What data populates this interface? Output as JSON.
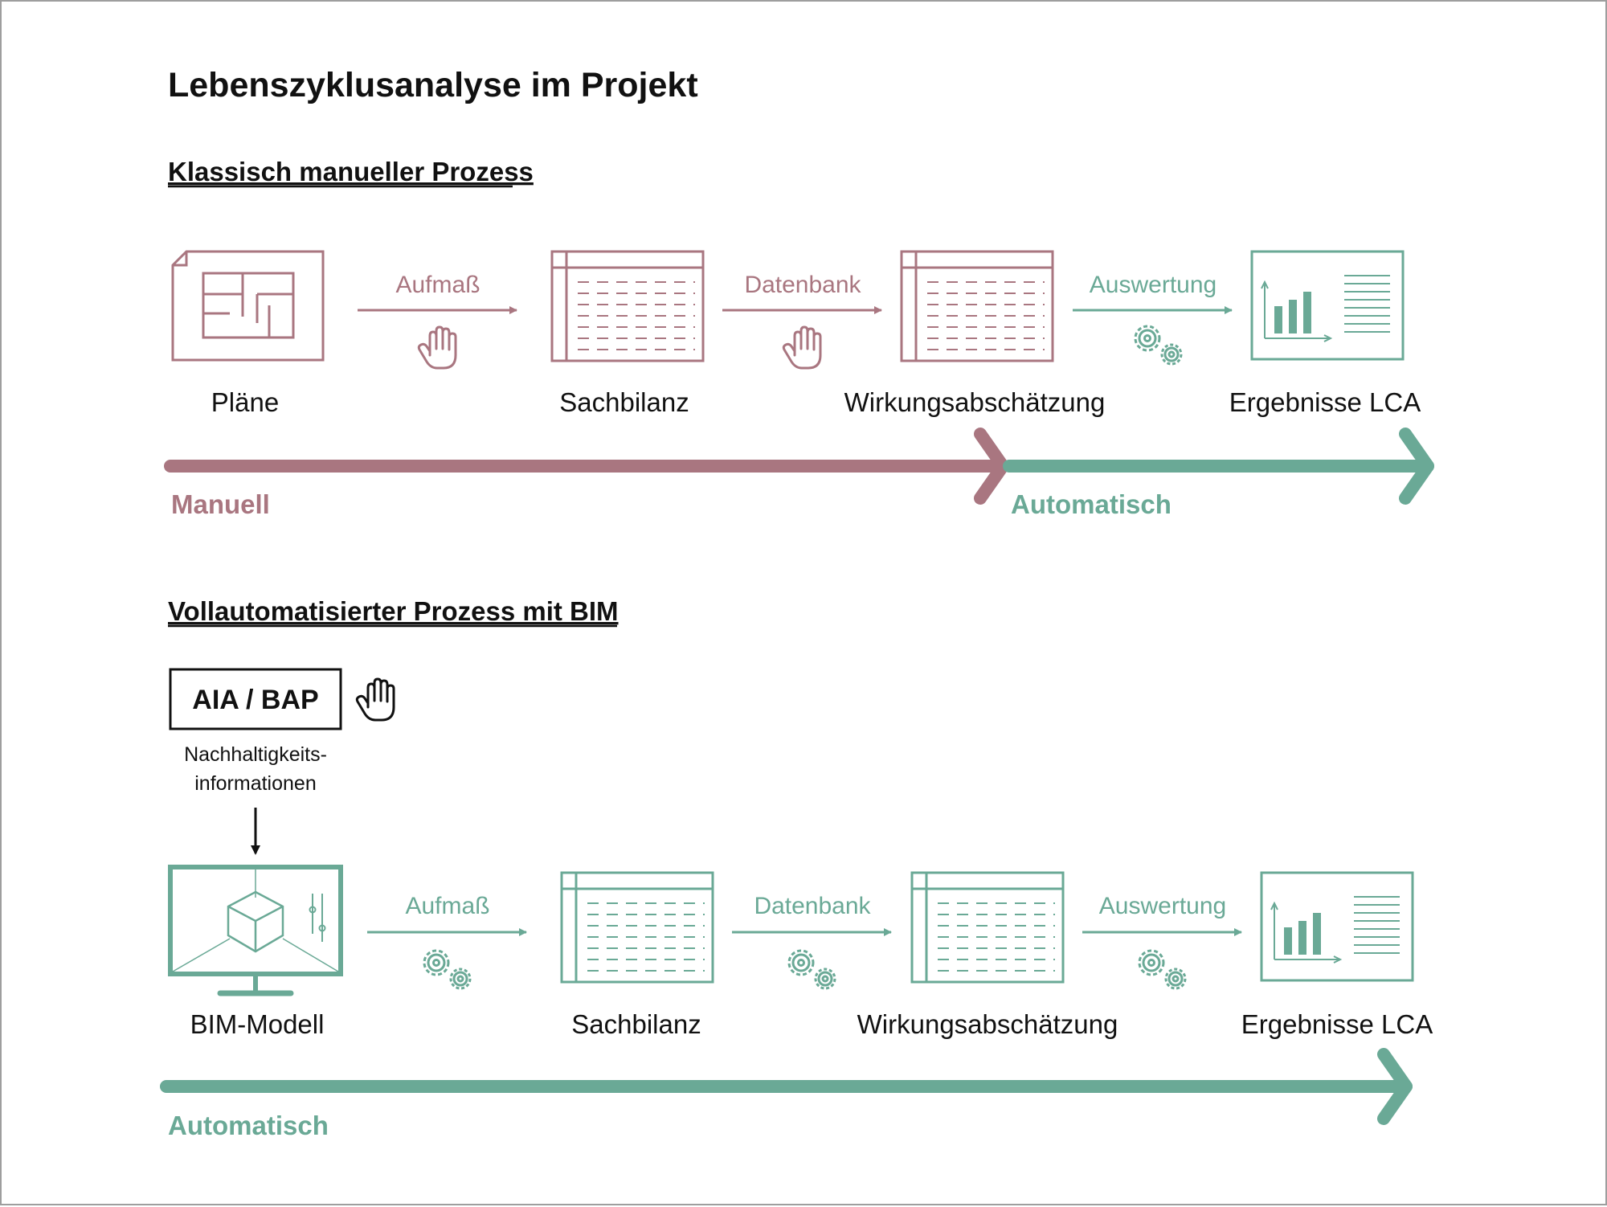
{
  "title": "Lebenszyklusanalyse im Projekt",
  "colors": {
    "manual": "#a97680",
    "auto": "#6aa996",
    "text": "#111111"
  },
  "manual_process": {
    "heading": "Klassisch manueller Prozess",
    "nodes": [
      "Pläne",
      "Sachbilanz",
      "Wirkungsabschätzung",
      "Ergebnisse LCA"
    ],
    "steps": [
      {
        "label": "Aufmaß",
        "mode": "manual",
        "icon": "hand-icon"
      },
      {
        "label": "Datenbank",
        "mode": "manual",
        "icon": "hand-icon"
      },
      {
        "label": "Auswertung",
        "mode": "auto",
        "icon": "gears-icon"
      }
    ],
    "band_manual": "Manuell",
    "band_auto": "Automatisch"
  },
  "bim_process": {
    "heading": "Vollautomatisierter Prozess mit BIM",
    "input_box": "AIA / BAP",
    "input_note_line1": "Nachhaltigkeits-",
    "input_note_line2": "informationen",
    "nodes": [
      "BIM-Modell",
      "Sachbilanz",
      "Wirkungsabschätzung",
      "Ergebnisse LCA"
    ],
    "steps": [
      {
        "label": "Aufmaß",
        "mode": "auto",
        "icon": "gears-icon"
      },
      {
        "label": "Datenbank",
        "mode": "auto",
        "icon": "gears-icon"
      },
      {
        "label": "Auswertung",
        "mode": "auto",
        "icon": "gears-icon"
      }
    ],
    "band_auto": "Automatisch"
  }
}
